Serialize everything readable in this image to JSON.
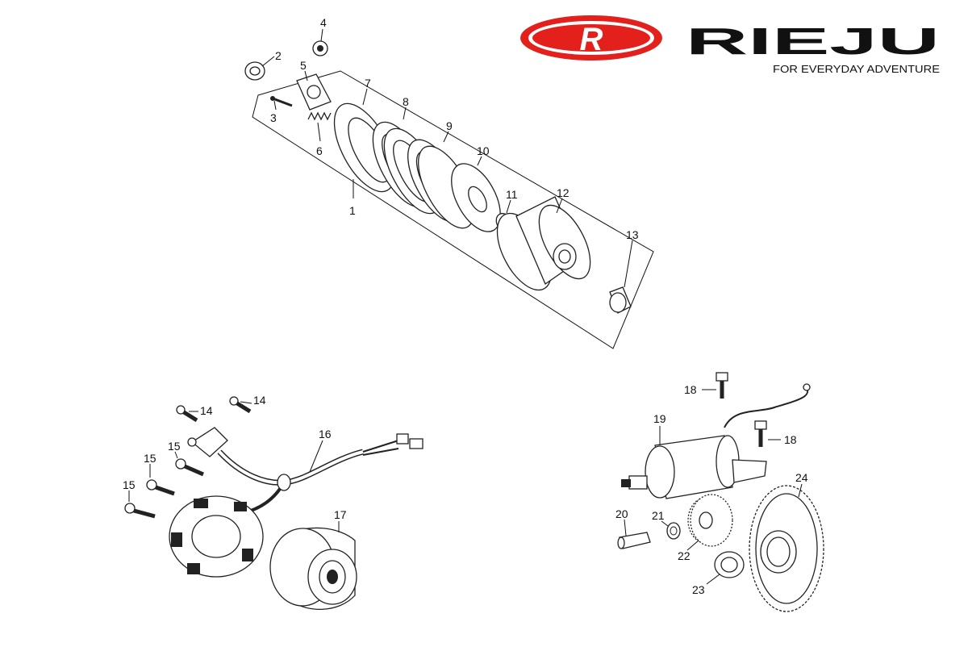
{
  "brand": {
    "logo_letter": "R",
    "name": "RIEJU",
    "tagline": "FOR EVERYDAY ADVENTURE",
    "logo_color": "#e3201b"
  },
  "callouts": {
    "c1": "1",
    "c2": "2",
    "c3": "3",
    "c4": "4",
    "c5": "5",
    "c6": "6",
    "c7": "7",
    "c8": "8",
    "c9": "9",
    "c10": "10",
    "c11": "11",
    "c12": "12",
    "c13": "13",
    "c14a": "14",
    "c14b": "14",
    "c15a": "15",
    "c15b": "15",
    "c15c": "15",
    "c16": "16",
    "c17": "17",
    "c18a": "18",
    "c18b": "18",
    "c19": "19",
    "c20": "20",
    "c21": "21",
    "c22": "22",
    "c23": "23",
    "c24": "24"
  }
}
